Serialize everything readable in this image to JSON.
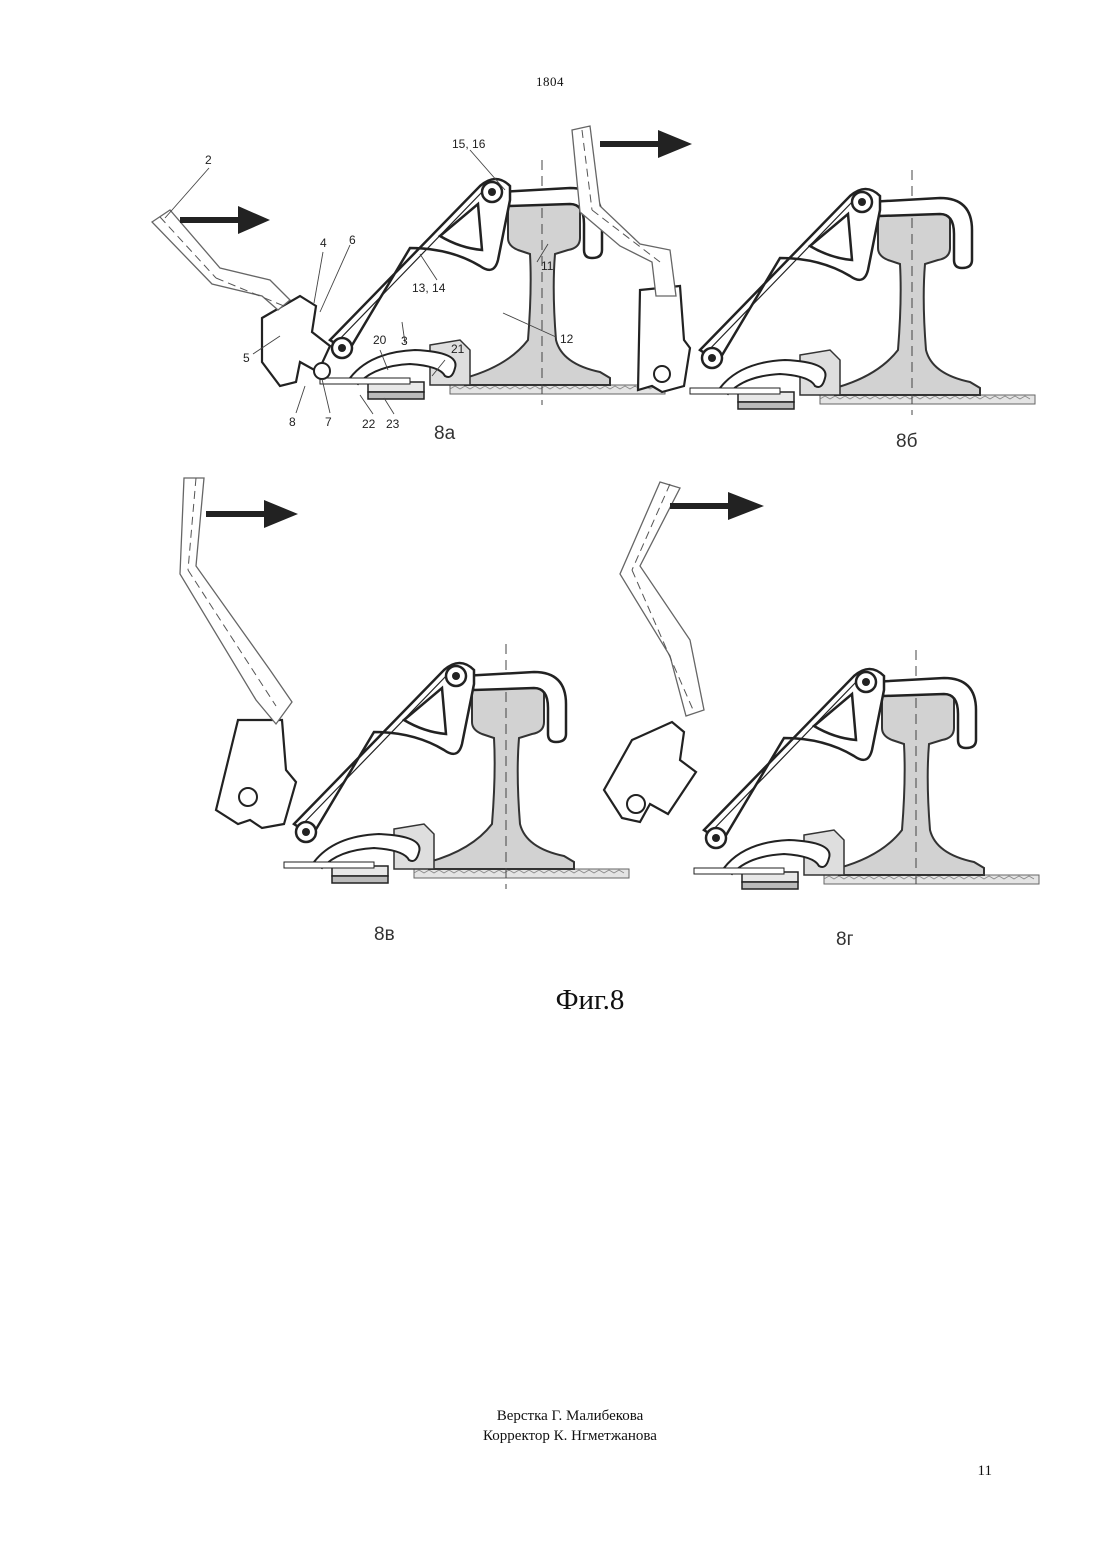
{
  "page": {
    "top_number": "1804",
    "bottom_number": "11"
  },
  "figure": {
    "title": "Фиг.8",
    "panels": [
      {
        "id": "a",
        "label": "8а"
      },
      {
        "id": "b",
        "label": "8б"
      },
      {
        "id": "c",
        "label": "8в"
      },
      {
        "id": "d",
        "label": "8г"
      }
    ],
    "callouts": {
      "c2": "2",
      "c4": "4",
      "c6": "6",
      "c1516": "15, 16",
      "c11": "11",
      "c1314": "13, 14",
      "c20": "20",
      "c3": "3",
      "c21": "21",
      "c12": "12",
      "c5": "5",
      "c8": "8",
      "c7": "7",
      "c22": "22",
      "c23": "23"
    }
  },
  "credits": {
    "line1": "Верстка Г. Малибекова",
    "line2": "Корректор К. Нгметжанова"
  }
}
